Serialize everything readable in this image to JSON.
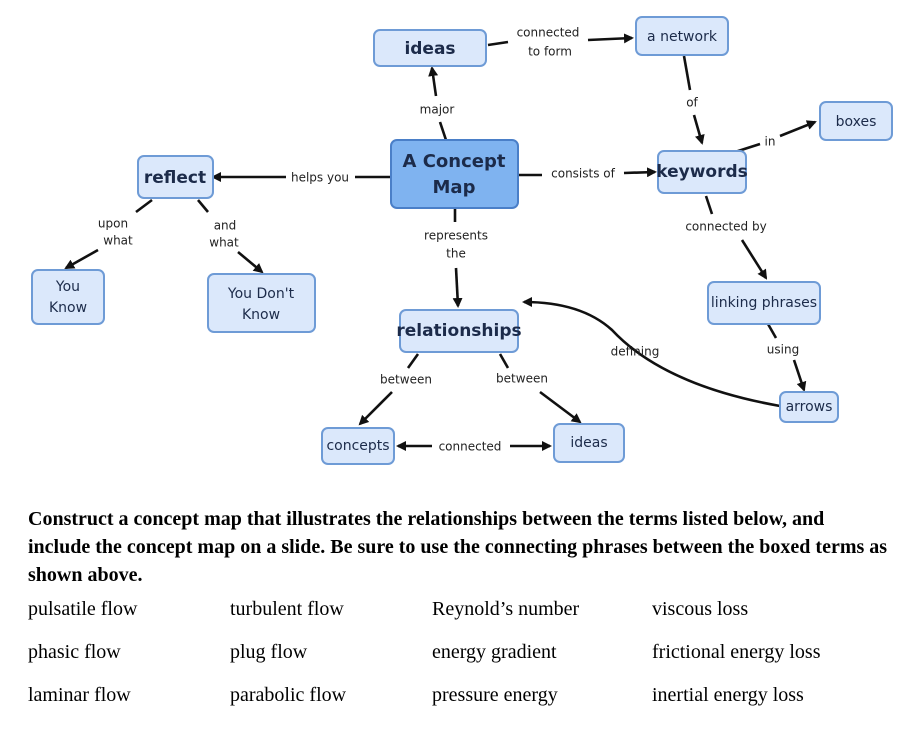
{
  "concept_map": {
    "nodes": {
      "ideas_top": "ideas",
      "network": "a network",
      "boxes": "boxes",
      "center_line1": "A Concept",
      "center_line2": "Map",
      "keywords": "keywords",
      "reflect": "reflect",
      "you_know_line1": "You",
      "you_know_line2": "Know",
      "you_dont_know_line1": "You Don't",
      "you_dont_know_line2": "Know",
      "relationships": "relationships",
      "linking_phrases": "linking phrases",
      "arrows": "arrows",
      "concepts": "concepts",
      "ideas_bottom": "ideas"
    },
    "links": {
      "connected_to_form_line1": "connected",
      "connected_to_form_line2": "to form",
      "of": "of",
      "in": "in",
      "major": "major",
      "helps_you": "helps you",
      "consists_of": "consists of",
      "upon_what_line1": "upon",
      "upon_what_line2": "what",
      "and_what_line1": "and",
      "and_what_line2": "what",
      "represents_the_line1": "represents",
      "represents_the_line2": "the",
      "connected_by": "connected by",
      "defining": "defining",
      "using": "using",
      "between_left": "between",
      "between_right": "between",
      "connected": "connected"
    }
  },
  "instructions": "Construct a concept map that illustrates the relationships between the terms listed below, and include the concept map on a slide.  Be sure to use the connecting phrases between the boxed terms as shown above.",
  "terms": [
    [
      "pulsatile flow",
      "turbulent flow",
      "Reynold’s number",
      "viscous loss"
    ],
    [
      "phasic flow",
      "plug flow",
      "energy gradient",
      "frictional energy loss"
    ],
    [
      "laminar flow",
      "parabolic flow",
      "pressure energy",
      "inertial energy loss"
    ]
  ]
}
